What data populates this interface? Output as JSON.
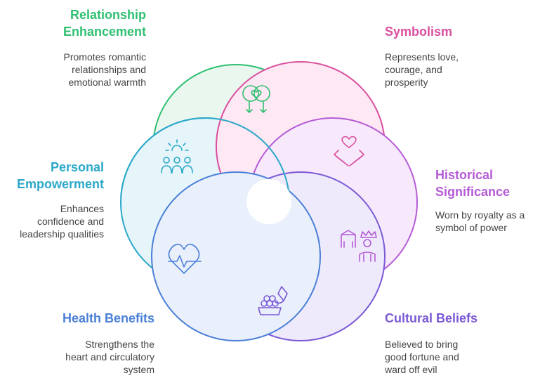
{
  "sections": [
    {
      "title": "Relationship Enhancement",
      "title_lines": [
        "Relationship",
        "Enhancement"
      ],
      "desc_lines": [
        "Promotes romantic",
        "relationships and",
        "emotional warmth"
      ],
      "color": "#2fbf71",
      "fill": "#eaf7ef",
      "icon": "interlocking-hearts-icon"
    },
    {
      "title": "Symbolism",
      "title_lines": [
        "Symbolism"
      ],
      "desc_lines": [
        "Represents love,",
        "courage, and",
        "prosperity"
      ],
      "color": "#d94f9f",
      "fill": "#fde8f3",
      "icon": "heart-hands-icon"
    },
    {
      "title": "Historical Significance",
      "title_lines": [
        "Historical",
        "Significance"
      ],
      "desc_lines": [
        "Worn by royalty as a",
        "symbol of power"
      ],
      "color": "#b55bd6",
      "fill": "#f7e9fb",
      "icon": "royalty-icon"
    },
    {
      "title": "Cultural Beliefs",
      "title_lines": [
        "Cultural Beliefs"
      ],
      "desc_lines": [
        "Believed to bring",
        "good fortune and",
        "ward off evil"
      ],
      "color": "#7b59d6",
      "fill": "#eeeafb",
      "icon": "festival-kite-icon"
    },
    {
      "title": "Health Benefits",
      "title_lines": [
        "Health Benefits"
      ],
      "desc_lines": [
        "Strengthens the",
        "heart and circulatory",
        "system"
      ],
      "color": "#4a7fd8",
      "fill": "#eaf0fb",
      "icon": "heartbeat-icon"
    },
    {
      "title": "Personal Empowerment",
      "title_lines": [
        "Personal",
        "Empowerment"
      ],
      "desc_lines": [
        "Enhances",
        "confidence and",
        "leadership qualities"
      ],
      "color": "#2ba8c9",
      "fill": "#e6f5fa",
      "icon": "group-leader-icon"
    }
  ]
}
